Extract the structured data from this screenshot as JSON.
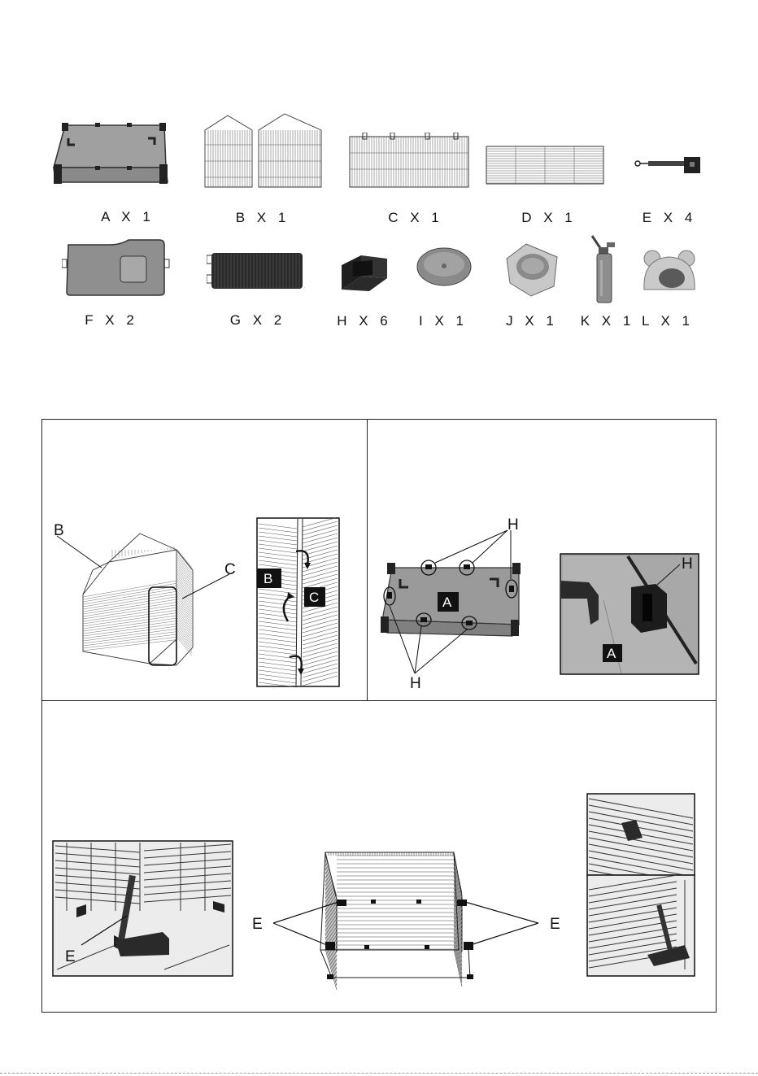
{
  "parts": [
    {
      "id": "A",
      "caption": "A X 1"
    },
    {
      "id": "B",
      "caption": "B X 1"
    },
    {
      "id": "C",
      "caption": "C X 1"
    },
    {
      "id": "D",
      "caption": "D X 1"
    },
    {
      "id": "E",
      "caption": "E X 4"
    },
    {
      "id": "F",
      "caption": "F X 2"
    },
    {
      "id": "G",
      "caption": "G X 2"
    },
    {
      "id": "H",
      "caption": "H X 6"
    },
    {
      "id": "I",
      "caption": "I X 1"
    },
    {
      "id": "J",
      "caption": "J X 1"
    },
    {
      "id": "K",
      "caption": "K X 1"
    },
    {
      "id": "L",
      "caption": "L X 1"
    }
  ],
  "steps": {
    "step1": {
      "label_b": "B",
      "label_c": "C",
      "detail_b": "B",
      "detail_c": "C"
    },
    "step2": {
      "label_h": "H",
      "label_a": "A",
      "detail_h": "H",
      "detail_a": "A"
    },
    "step3": {
      "label_e": "E"
    }
  },
  "colors": {
    "plastic": "#8a8a8a",
    "dark": "#2b2b2b",
    "wire": "#333333"
  }
}
